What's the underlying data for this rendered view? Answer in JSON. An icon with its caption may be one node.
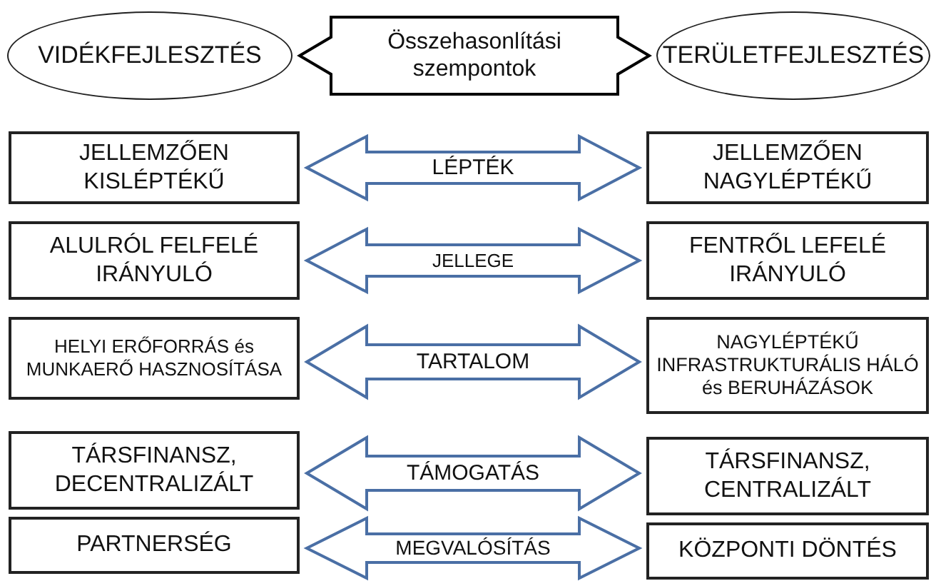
{
  "diagram": {
    "nodes": [
      {
        "text": [
          "VIDÉKFEJLESZTÉS"
        ]
      },
      {
        "text": [
          "TERÜLETFEJLESZTÉS"
        ]
      },
      {
        "text": [
          "JELLEMZŐEN KISLÉPTÉKŰ"
        ]
      },
      {
        "text": [
          "JELLEMZŐEN NAGYLÉPTÉKŰ"
        ]
      },
      {
        "text": [
          "ALULRÓL FELFELÉ IRÁNYULÓ"
        ]
      },
      {
        "text": [
          "FENTRŐL LEFELÉ IRÁNYULÓ"
        ]
      },
      {
        "text": [
          "HELYI ERŐFORRÁS és MUNKAERŐ HASZNOSÍTÁSA"
        ]
      },
      {
        "text": [
          "NAGYLÉPTÉKŰ INFRASTRUKTURÁLIS HÁLÓ és BERUHÁZÁSOK"
        ]
      },
      {
        "text": [
          "TÁRSFINANSZ, DECENTRALIZÁLT"
        ]
      },
      {
        "text": [
          "TÁRSFINANSZ, CENTRALIZÁLT"
        ]
      },
      {
        "text": [
          "PARTNERSÉG"
        ]
      },
      {
        "text": [
          "KÖZPONTI DÖNTÉS"
        ]
      }
    ],
    "edges": [
      {
        "from": 0,
        "to": 1,
        "arrow": "both",
        "label": "Összehasonlítási szempontok",
        "color": "#000000"
      },
      {
        "from": 2,
        "to": 3,
        "arrow": "both",
        "label": "LÉPTÉK"
      },
      {
        "from": 4,
        "to": 5,
        "arrow": "both",
        "label": "JELLEGE"
      },
      {
        "from": 6,
        "to": 7,
        "arrow": "both",
        "label": "TARTALOM"
      },
      {
        "from": 8,
        "to": 9,
        "arrow": "both",
        "label": "TÁMOGATÁS"
      },
      {
        "from": 10,
        "to": 11,
        "arrow": "both",
        "label": "MEGVALÓSÍTÁS"
      }
    ]
  }
}
